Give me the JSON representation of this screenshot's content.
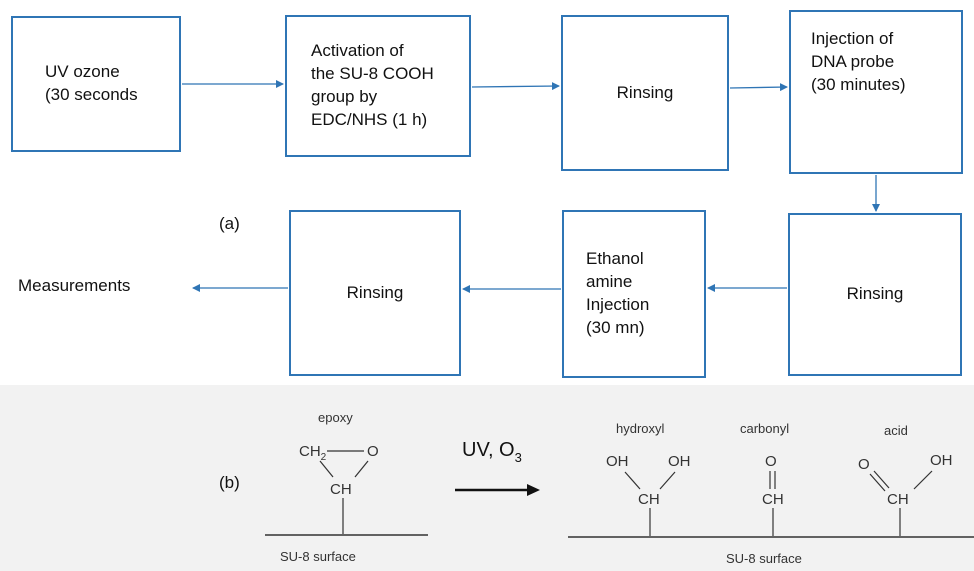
{
  "flow": {
    "box1": "UV ozone\n(30 seconds",
    "box2": "Activation of\nthe SU-8 COOH\ngroup by\n EDC/NHS (1 h)",
    "box3": "Rinsing",
    "box4": "Injection of\nDNA probe\n(30 minutes)",
    "box5": "Rinsing",
    "box6": "Ethanol\namine\nInjection\n(30 mn)",
    "box7": "Rinsing",
    "measurements": "Measurements",
    "label_a": "(a)"
  },
  "reaction": {
    "label_b": "(b)",
    "epoxy": "epoxy",
    "ch2": "CH",
    "ch2_sub": "2",
    "o": "O",
    "ch": "CH",
    "su8_left": "SU-8 surface",
    "uv_text": "UV, O",
    "uv_sub": "3",
    "hydroxyl": "hydroxyl",
    "carbonyl": "carbonyl",
    "acid": "acid",
    "oh": "OH",
    "su8_right": "SU-8 surface"
  },
  "colors": {
    "box_border": "#2f75b5",
    "arrow": "#2f75b5",
    "panel": "#f2f2f2"
  }
}
